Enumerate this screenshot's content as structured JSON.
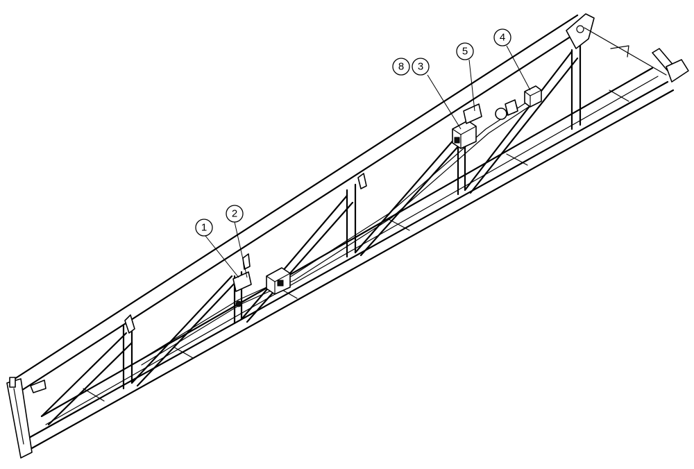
{
  "callouts": [
    {
      "id": "c1",
      "label": "1"
    },
    {
      "id": "c2",
      "label": "2"
    },
    {
      "id": "c3",
      "label": "3"
    },
    {
      "id": "c4",
      "label": "4"
    },
    {
      "id": "c5",
      "label": "5"
    },
    {
      "id": "c8",
      "label": "8"
    }
  ]
}
